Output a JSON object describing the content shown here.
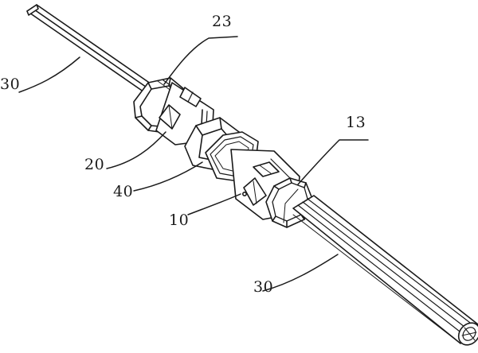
{
  "figure": {
    "reference_numerals": {
      "cable_upper": "30",
      "nut": "23",
      "body_upper": "20",
      "seal_ring": "40",
      "nut_lower": "13",
      "body_lower": "10",
      "cable_lower": "30"
    }
  },
  "colors": {
    "line": "#1a1a1a",
    "background": "#ffffff"
  }
}
